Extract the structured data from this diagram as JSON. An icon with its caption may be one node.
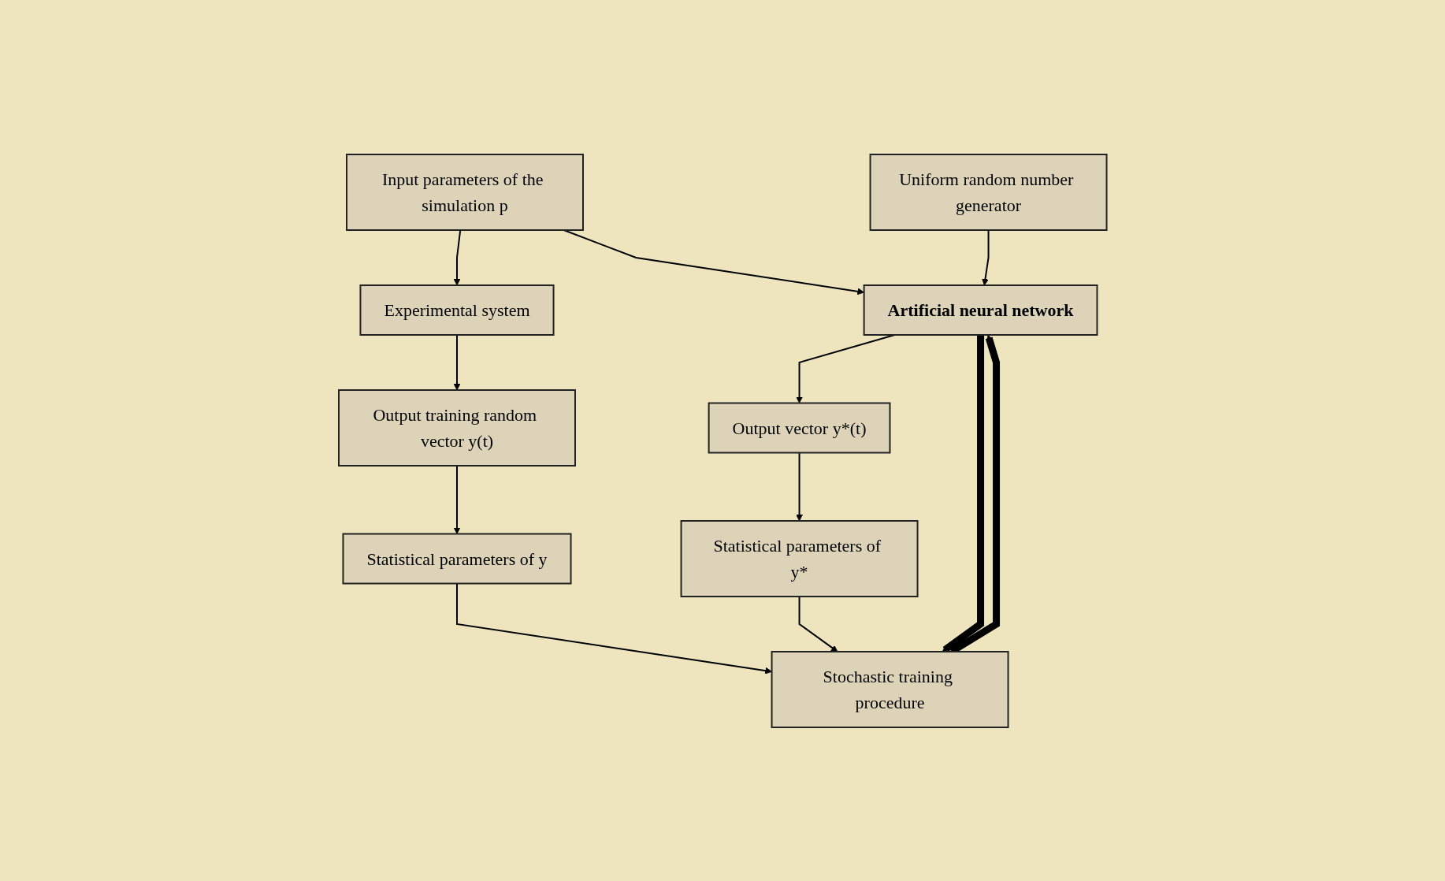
{
  "diagram": {
    "nodes": [
      {
        "text": [
          "Input parameters of the simulation p"
        ]
      },
      {
        "text": [
          "Experimental system"
        ]
      },
      {
        "text": [
          "Output training random vector y(t)"
        ]
      },
      {
        "text": [
          "Statistical parameters of y"
        ]
      },
      {
        "text": [
          "Stochastic training procedure"
        ]
      },
      {
        "text": [
          "Statistical parameters of y*"
        ]
      },
      {
        "text": [
          "Artificial neural network"
        ]
      },
      {
        "text": [
          "Output vector y*(t)"
        ]
      },
      {
        "text": [
          "Uniform random number generator"
        ]
      }
    ],
    "edges": [
      {
        "from": 0,
        "to": 1,
        "arrow": "to"
      },
      {
        "from": 1,
        "to": 2,
        "arrow": "to"
      },
      {
        "from": 2,
        "to": 3,
        "arrow": "to"
      },
      {
        "from": 3,
        "to": 4,
        "arrow": "to"
      },
      {
        "from": 5,
        "to": 4,
        "arrow": "to"
      },
      {
        "from": 4,
        "to": 6,
        "arrow": "to",
        "style": "thick"
      },
      {
        "from": 6,
        "to": 4,
        "arrow": "to",
        "style": "thick"
      },
      {
        "from": 0,
        "to": 6,
        "arrow": "to"
      },
      {
        "from": 8,
        "to": 6,
        "arrow": "to"
      },
      {
        "from": 6,
        "to": 7,
        "arrow": "to"
      },
      {
        "from": 7,
        "to": 5,
        "arrow": "to"
      }
    ]
  }
}
